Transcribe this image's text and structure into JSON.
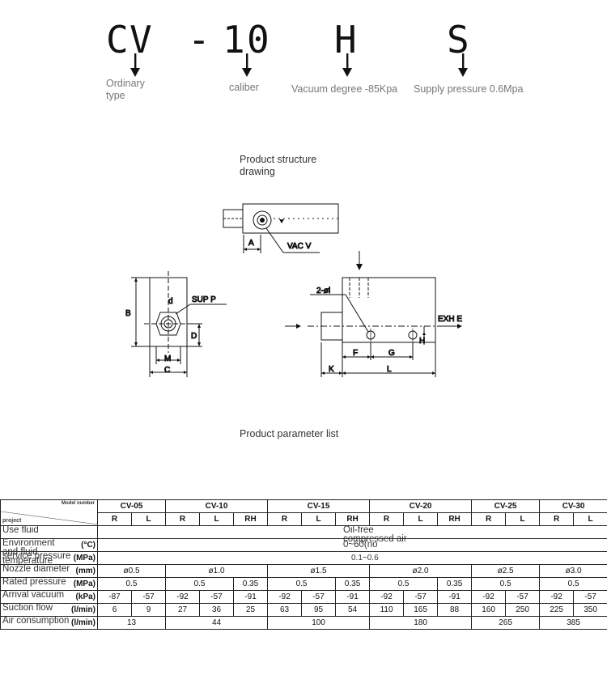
{
  "model_code": {
    "parts": [
      "C",
      "V",
      "-",
      "1",
      "0",
      "H",
      "S"
    ],
    "labels": {
      "type": "Ordinary type",
      "caliber": "caliber",
      "vacuum": "Vacuum degree -85Kpa",
      "supply": "Supply pressure 0.6Mpa"
    }
  },
  "sections": {
    "structure_title": "Product structure drawing",
    "param_title": "Product parameter list"
  },
  "drawing": {
    "labels": {
      "A": "A",
      "vac": "VAC V",
      "B": "B",
      "d": "d",
      "supp": "SUP P",
      "D": "D",
      "M": "M",
      "C": "C",
      "hole": "2-øl",
      "exh": "EXH E",
      "H": "H",
      "F": "F",
      "G": "G",
      "K": "K",
      "L": "L"
    }
  },
  "table": {
    "corner": {
      "model": "Model number",
      "project": "project"
    },
    "models": [
      "CV-05",
      "CV-10",
      "CV-15",
      "CV-20",
      "CV-25",
      "CV-30"
    ],
    "variants": [
      "R",
      "L",
      "R",
      "L",
      "RH",
      "R",
      "L",
      "RH",
      "R",
      "L",
      "RH",
      "R",
      "L",
      "R",
      "L"
    ],
    "rows": [
      {
        "name": "Use fluid",
        "unit": "",
        "span": "Oil-free compressed air"
      },
      {
        "name": "Environment and fluid temperature",
        "unit": "(°C)",
        "span": "0~60(no"
      },
      {
        "name": "service pressure",
        "unit": "(MPa)",
        "span": "0.1~0.6"
      },
      {
        "name": "Nozzle diameter",
        "unit": "(mm)",
        "groups": [
          "ø0.5",
          "ø1.0",
          "ø1.5",
          "ø2.0",
          "ø2.5",
          "ø3.0"
        ]
      },
      {
        "name": "Rated pressure",
        "unit": "(MPa)",
        "groups": [
          "0.5",
          "0.5",
          "0.35",
          "0.5",
          "0.35",
          "0.5",
          "0.35",
          "0.5",
          "0.5"
        ]
      },
      {
        "name": "Arrival vacuum",
        "unit": "(kPa)",
        "cells": [
          "-87",
          "-57",
          "-92",
          "-57",
          "-91",
          "-92",
          "-57",
          "-91",
          "-92",
          "-57",
          "-91",
          "-92",
          "-57",
          "-92",
          "-57"
        ]
      },
      {
        "name": "Suction flow",
        "unit": "(l/min)",
        "cells": [
          "6",
          "9",
          "27",
          "36",
          "25",
          "63",
          "95",
          "54",
          "110",
          "165",
          "88",
          "160",
          "250",
          "225",
          "350"
        ]
      },
      {
        "name": "Air consumption",
        "unit": "(l/min)",
        "groups": [
          "13",
          "44",
          "100",
          "180",
          "265",
          "385"
        ]
      }
    ]
  }
}
